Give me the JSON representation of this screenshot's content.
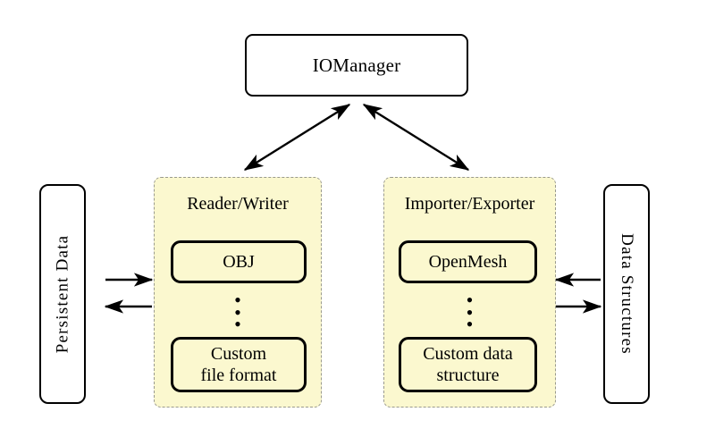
{
  "diagram": {
    "title_node": {
      "label": "IOManager"
    },
    "left_store": {
      "label": "Persistent Data"
    },
    "right_store": {
      "label": "Data Structures"
    },
    "panels": [
      {
        "id": "reader-writer",
        "title": "Reader/Writer",
        "first_item": "OBJ",
        "ellipsis": "⋮",
        "last_item_line1": "Custom",
        "last_item_line2": "file format"
      },
      {
        "id": "importer-exporter",
        "title": "Importer/Exporter",
        "first_item": "OpenMesh",
        "ellipsis": "⋮",
        "last_item_line1": "Custom data",
        "last_item_line2": "structure"
      }
    ],
    "colors": {
      "panel_fill": "#fbf8cf",
      "panel_border": "#9a9a8e",
      "stroke": "#000000",
      "background": "#ffffff"
    }
  }
}
